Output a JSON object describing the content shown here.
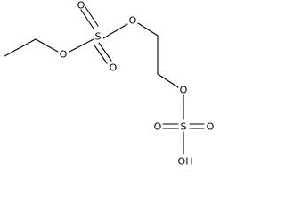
{
  "diagram": {
    "type": "chemical-structure",
    "colors": {
      "background": "#ffffff",
      "bond": "#000000",
      "label": "#000000"
    },
    "atom_labels": {
      "ester_o_left": "O",
      "s1": "S",
      "s1_o_top": "O",
      "s1_o_bottom": "O",
      "ether_o_top": "O",
      "ether_o_right": "O",
      "s2": "S",
      "s2_o_left": "O",
      "s2_o_right": "O",
      "hydroxyl": "OH"
    }
  }
}
